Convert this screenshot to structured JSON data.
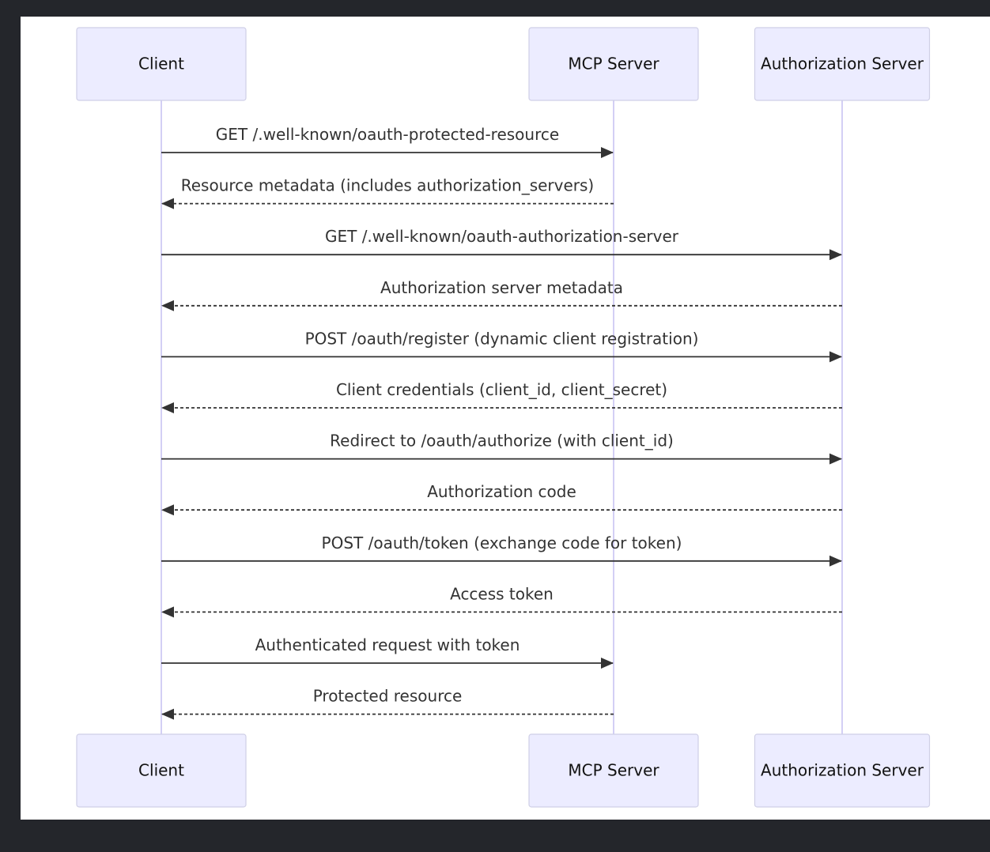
{
  "diagram": {
    "type": "sequence",
    "colors": {
      "background": "#24262b",
      "canvas": "#ffffff",
      "actor_fill": "#ececff",
      "actor_stroke": "#cfcfe6",
      "lifeline": "#d3cff5",
      "message": "#333333"
    },
    "participants": [
      {
        "id": "client",
        "label": "Client"
      },
      {
        "id": "mcp",
        "label": "MCP Server"
      },
      {
        "id": "auth",
        "label": "Authorization Server"
      }
    ],
    "messages": [
      {
        "from": "client",
        "to": "mcp",
        "style": "solid",
        "label": "GET /.well-known/oauth-protected-resource"
      },
      {
        "from": "mcp",
        "to": "client",
        "style": "dashed",
        "label": "Resource metadata (includes authorization_servers)"
      },
      {
        "from": "client",
        "to": "auth",
        "style": "solid",
        "label": "GET /.well-known/oauth-authorization-server"
      },
      {
        "from": "auth",
        "to": "client",
        "style": "dashed",
        "label": "Authorization server metadata"
      },
      {
        "from": "client",
        "to": "auth",
        "style": "solid",
        "label": "POST /oauth/register (dynamic client registration)"
      },
      {
        "from": "auth",
        "to": "client",
        "style": "dashed",
        "label": "Client credentials (client_id, client_secret)"
      },
      {
        "from": "client",
        "to": "auth",
        "style": "solid",
        "label": "Redirect to /oauth/authorize (with client_id)"
      },
      {
        "from": "auth",
        "to": "client",
        "style": "dashed",
        "label": "Authorization code"
      },
      {
        "from": "client",
        "to": "auth",
        "style": "solid",
        "label": "POST /oauth/token (exchange code for token)"
      },
      {
        "from": "auth",
        "to": "client",
        "style": "dashed",
        "label": "Access token"
      },
      {
        "from": "client",
        "to": "mcp",
        "style": "solid",
        "label": "Authenticated request with token"
      },
      {
        "from": "mcp",
        "to": "client",
        "style": "dashed",
        "label": "Protected resource"
      }
    ]
  }
}
